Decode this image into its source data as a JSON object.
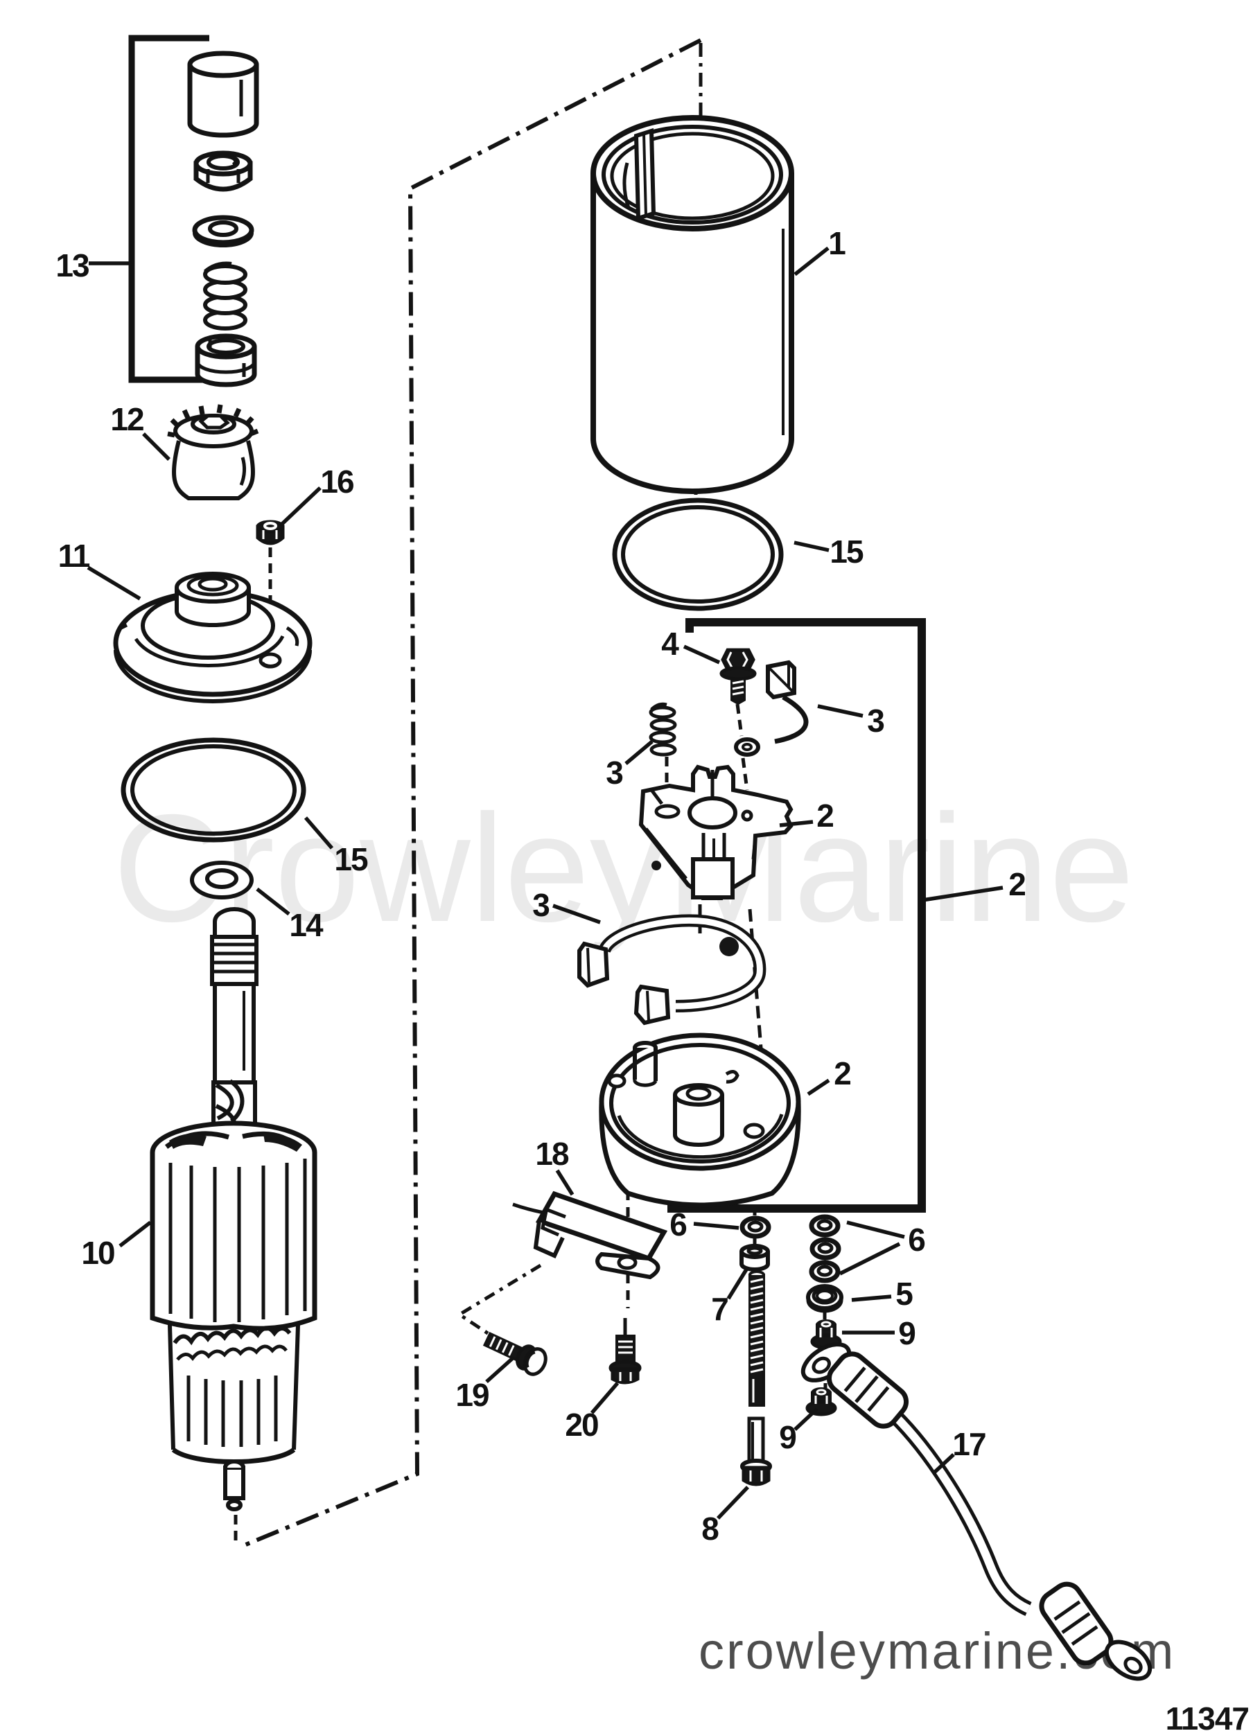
{
  "diagram": {
    "watermark": "CrowleyMarine",
    "footer_site": "crowleymarine.com",
    "doc_number": "11347",
    "callouts": [
      {
        "id": "frame",
        "label": "1"
      },
      {
        "id": "assembly",
        "label": "2"
      },
      {
        "id": "brush-holder",
        "label": "2"
      },
      {
        "id": "end-cap",
        "label": "2"
      },
      {
        "id": "brush-spring",
        "label": "3"
      },
      {
        "id": "brush",
        "label": "3"
      },
      {
        "id": "brush-wire",
        "label": "3"
      },
      {
        "id": "bolt",
        "label": "4"
      },
      {
        "id": "washer-5",
        "label": "5"
      },
      {
        "id": "washer-6a",
        "label": "6"
      },
      {
        "id": "washer-6b",
        "label": "6"
      },
      {
        "id": "stud",
        "label": "7"
      },
      {
        "id": "bolt-8",
        "label": "8"
      },
      {
        "id": "nut-9a",
        "label": "9"
      },
      {
        "id": "nut-9b",
        "label": "9"
      },
      {
        "id": "armature",
        "label": "10"
      },
      {
        "id": "drive-cap",
        "label": "11"
      },
      {
        "id": "pinion",
        "label": "12"
      },
      {
        "id": "drive-group",
        "label": "13"
      },
      {
        "id": "washer-14",
        "label": "14"
      },
      {
        "id": "oring-15a",
        "label": "15"
      },
      {
        "id": "oring-15b",
        "label": "15"
      },
      {
        "id": "nut-16",
        "label": "16"
      },
      {
        "id": "cable",
        "label": "17"
      },
      {
        "id": "bracket-18",
        "label": "18"
      },
      {
        "id": "screw-19",
        "label": "19"
      },
      {
        "id": "screw-20",
        "label": "20"
      }
    ]
  }
}
